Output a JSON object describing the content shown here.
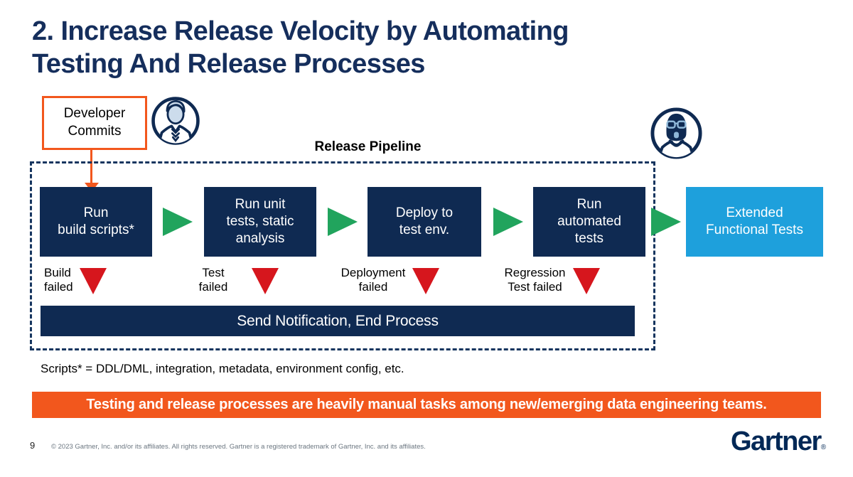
{
  "slide": {
    "title": "2. Increase Release Velocity by Automating\nTesting And Release Processes",
    "page_number": "9",
    "copyright": "© 2023 Gartner, Inc. and/or its affiliates. All rights reserved. Gartner is a registered trademark of Gartner, Inc. and its affiliates.",
    "logo_text": "Gartner",
    "registered_mark": "®"
  },
  "diagram": {
    "trigger_label": "Developer\nCommits",
    "pipeline_title": "Release Pipeline",
    "stages": [
      {
        "label": "Run\nbuild scripts*"
      },
      {
        "label": "Run unit\ntests, static\nanalysis"
      },
      {
        "label": "Deploy to\ntest env."
      },
      {
        "label": "Run\nautomated\ntests"
      }
    ],
    "external_stage": {
      "label": "Extended\nFunctional Tests"
    },
    "failures": [
      {
        "label": "Build\nfailed"
      },
      {
        "label": "Test\nfailed"
      },
      {
        "label": "Deployment\nfailed"
      },
      {
        "label": "Regression\nTest failed"
      }
    ],
    "failure_bar": "Send Notification, End Process",
    "footnote": "Scripts* = DDL/DML, integration, metadata, environment config, etc."
  },
  "callout": {
    "text": "Testing and release processes are heavily manual tasks among new/emerging data engineering teams."
  },
  "icons": {
    "developer_avatar": "developer-avatar-icon",
    "qa_avatar": "qa-avatar-icon",
    "flow_arrow": "flow-arrow-right-icon",
    "failure_marker": "failure-arrow-down-icon",
    "commit_arrow": "commit-arrow-down-icon"
  },
  "colors": {
    "navy": "#0f2a52",
    "title_navy": "#152e5c",
    "dashed_border_navy": "#16355f",
    "green": "#21a45d",
    "red": "#d6161d",
    "orange": "#f2571d",
    "light_blue": "#1ea0dc",
    "logo_navy": "#002856",
    "footer_gray": "#6b7680"
  }
}
